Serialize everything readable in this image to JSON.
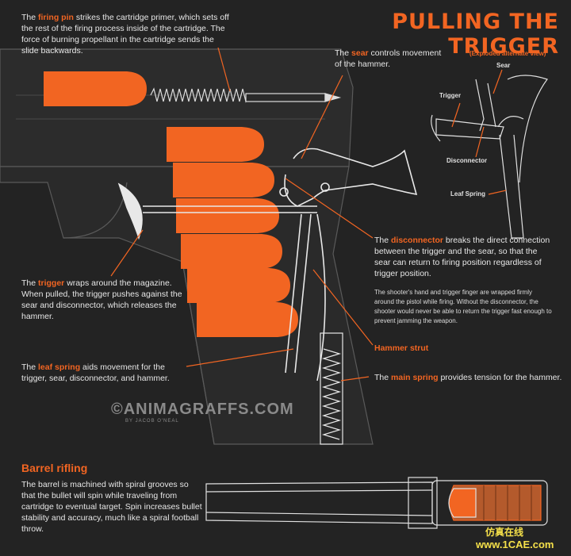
{
  "title": "PULLING THE TRIGGER",
  "exploded_label": "(Exploded alternate view)",
  "watermark": "©ANIMAGRAFFS.COM",
  "author": "BY JACOB O'NEAL",
  "site_mark": "www.1CAE.com",
  "site_mark_cn": "仿真在线",
  "firing_pin": {
    "term": "firing pin",
    "pre": "The ",
    "post": " strikes the cartridge primer, which sets off the rest of the firing process inside of the cartridge. The force of burning propellant in the cartridge sends the slide backwards."
  },
  "sear": {
    "term": "sear",
    "pre": "The ",
    "post": " controls movement of the hammer."
  },
  "disconnector": {
    "term": "disconnector",
    "pre": "The ",
    "post": " breaks the direct connection between the trigger and the sear, so that the sear can return to firing position regardless of trigger position."
  },
  "shooter_note": "The shooter's hand and trigger finger are wrapped firmly around the pistol while firing. Without the disconnector, the shooter would never be able to return the trigger fast enough to prevent jamming the weapon.",
  "trigger": {
    "term": "trigger",
    "pre": "The ",
    "post": " wraps around the magazine. When pulled, the trigger pushes against the sear and disconnector, which releases the hammer."
  },
  "hammer_strut": "Hammer strut",
  "leaf_spring": {
    "term": "leaf spring",
    "pre": "The ",
    "post": " aids movement for the trigger, sear, disconnector, and hammer."
  },
  "main_spring": {
    "term": "main spring",
    "pre": "The ",
    "post": " provides tension for the hammer."
  },
  "barrel": {
    "heading": "Barrel rifling",
    "body": "The barrel is machined with spiral grooves so that the bullet will spin while traveling from cartridge to eventual target. Spin increases bullet stability and accuracy, much like a spiral football throw."
  },
  "exploded_labels": {
    "sear": "Sear",
    "trigger": "Trigger",
    "disconnector": "Disconnector",
    "leaf_spring": "Leaf Spring"
  },
  "colors": {
    "background": "#232323",
    "accent": "#f26522",
    "line": "#e8e8e8"
  }
}
